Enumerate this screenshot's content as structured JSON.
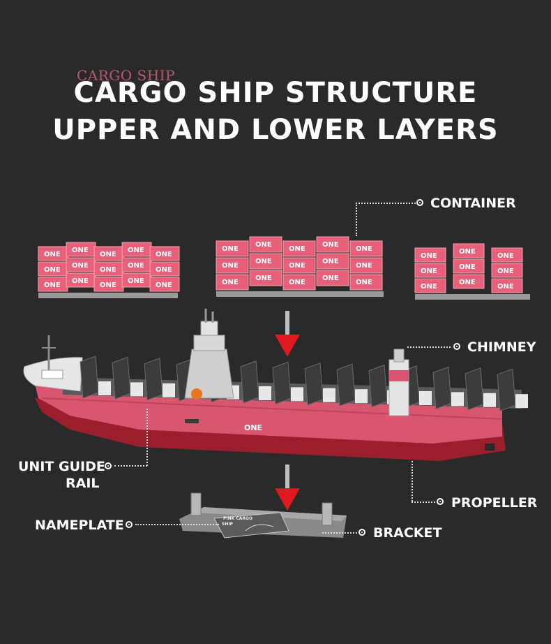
{
  "header": {
    "overlay_text": "CARGO SHIP",
    "title_line1": "CARGO SHIP STRUCTURE",
    "title_line2": "UPPER AND LOWER LAYERS"
  },
  "labels": {
    "container": "CONTAINER",
    "chimney": "CHIMNEY",
    "unit_guide_rail_1": "UNIT GUIDE",
    "unit_guide_rail_2": "RAIL",
    "propeller": "PROPELLER",
    "nameplate": "NAMEPLATE",
    "bracket": "BRACKET"
  },
  "model": {
    "container_text": "ONE",
    "hull_text": "ONE",
    "nameplate_line1": "PINK CARGO",
    "nameplate_line2": "SHIP"
  },
  "colors": {
    "background": "#2a2a2a",
    "container_pink": "#e9607a",
    "hull_pink": "#d8566f",
    "hull_red": "#9a1e2c",
    "deck_gray": "#4a4a4a",
    "arrow_red": "#e01820"
  }
}
